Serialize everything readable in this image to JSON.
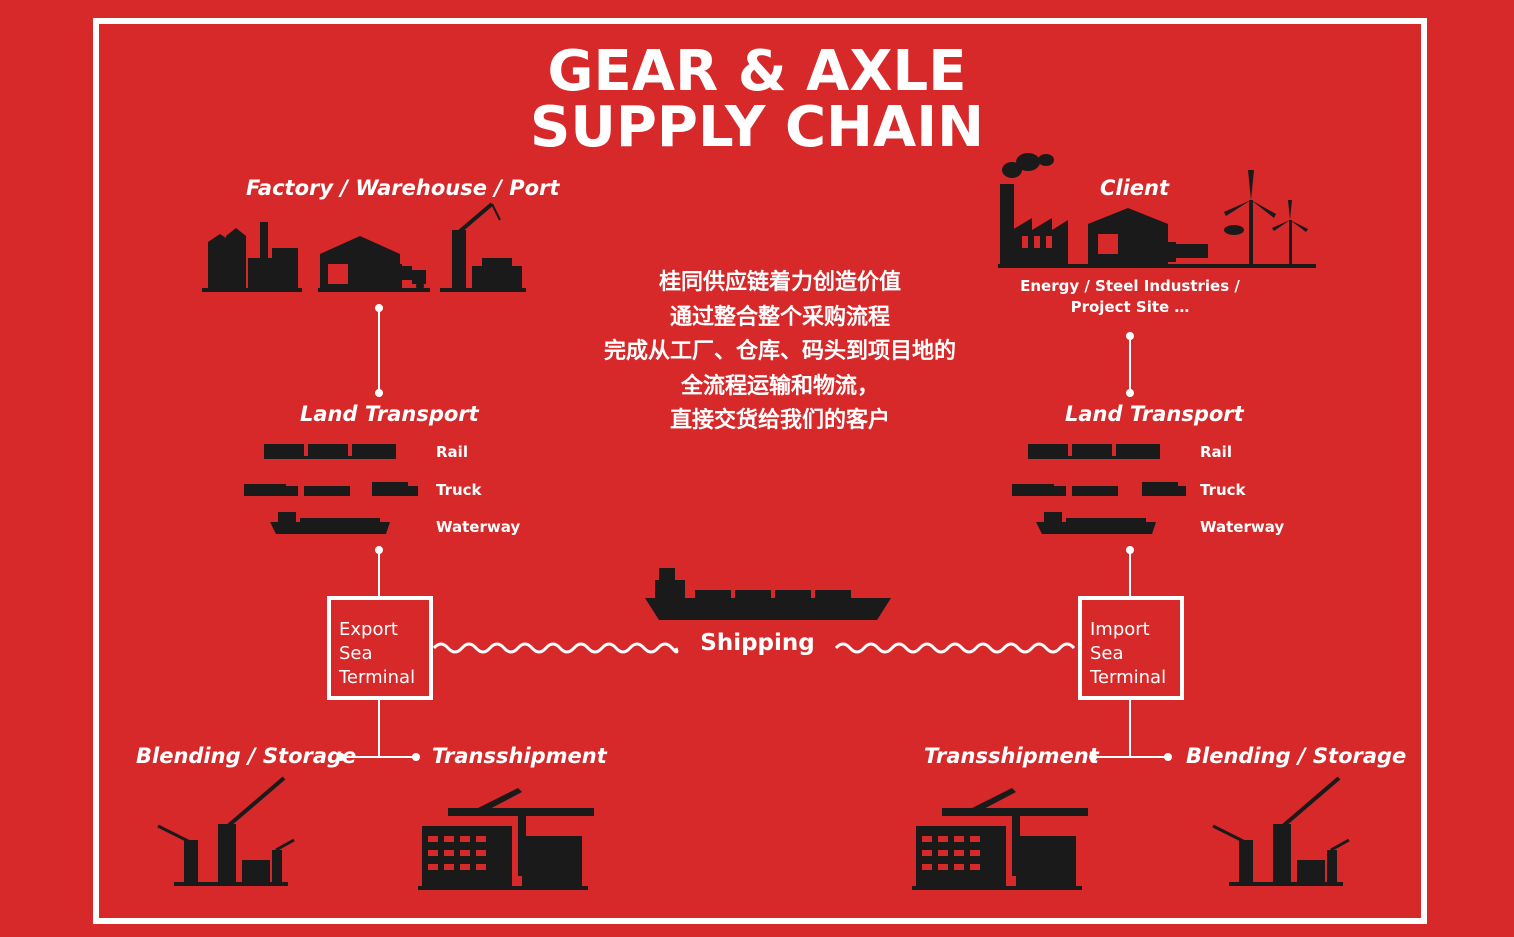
{
  "title": {
    "line1": "GEAR & AXLE",
    "line2": "SUPPLY CHAIN"
  },
  "origin": {
    "label": "Factory / Warehouse / Port"
  },
  "client": {
    "label": "Client",
    "sub_line1": "Energy / Steel Industries /",
    "sub_line2": "Project Site …"
  },
  "description": [
    "桂同供应链着力创造价值",
    "通过整合整个采购流程",
    "完成从工厂、仓库、码头到项目地的",
    "全流程运输和物流，",
    "直接交货给我们的客户"
  ],
  "land_left": {
    "label": "Land Transport",
    "modes": [
      "Rail",
      "Truck",
      "Waterway"
    ]
  },
  "land_right": {
    "label": "Land Transport",
    "modes": [
      "Rail",
      "Truck",
      "Waterway"
    ]
  },
  "export_terminal": {
    "lines": [
      "Export",
      "Sea",
      "Terminal"
    ]
  },
  "import_terminal": {
    "lines": [
      "Import",
      "Sea",
      "Terminal"
    ]
  },
  "shipping": {
    "label": "Shipping"
  },
  "bottom_left": {
    "blending": "Blending / Storage",
    "transshipment": "Transshipment"
  },
  "bottom_right": {
    "transshipment": "Transshipment",
    "blending": "Blending / Storage"
  },
  "colors": {
    "background": "#d7282a",
    "foreground": "#ffffff",
    "icons": "#1a1a1a"
  }
}
